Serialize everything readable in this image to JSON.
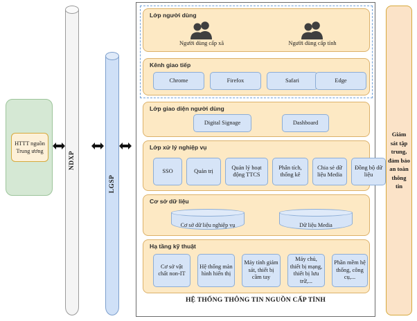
{
  "source_system": {
    "label": "HTTT nguồn\nTrung ương",
    "line1": "HTTT nguồn",
    "line2": "Trung ương"
  },
  "connectors": {
    "ndxp": "NDXP",
    "lgsp": "LGSP",
    "arrow_icon": "double-arrow-icon"
  },
  "system": {
    "footer_title": "HỆ THỐNG THÔNG TIN NGUỒN CẤP TỈNH",
    "layers": {
      "users": {
        "title": "Lớp người dùng",
        "groups": [
          {
            "icon": "users-group-icon",
            "caption": "Người dùng cấp xã"
          },
          {
            "icon": "users-group-icon",
            "caption": "Người dùng cấp tỉnh"
          }
        ]
      },
      "channel": {
        "title": "Kênh giao tiếp",
        "items": [
          "Chrome",
          "Firefox",
          "Safari",
          "Edge"
        ]
      },
      "ui": {
        "title": "Lớp giao diện người dùng",
        "items": [
          "Digital Signage",
          "Dashboard"
        ]
      },
      "business": {
        "title": "Lớp xử lý nghiệp vụ",
        "items": [
          "SSO",
          "Quản trị",
          "Quản lý hoạt động TTCS",
          "Phân tích, thống kê",
          "Chia sẻ dữ liệu Media",
          "Đồng bộ dữ liệu"
        ]
      },
      "database": {
        "title": "Cơ sở dữ liệu",
        "items": [
          "Cơ sở dữ liệu nghiệp vụ",
          "Dữ liệu Media"
        ]
      },
      "infrastructure": {
        "title": "Hạ tầng kỹ thuật",
        "items": [
          "Cơ sở vật chất non-IT",
          "Hệ thống màn hình hiển thị",
          "Máy tính giám sát, thiết bị cầm tay",
          "Máy chủ, thiết bị mạng, thiết bị lưu trữ,...",
          "Phần mềm hệ thống, công cụ,..."
        ]
      }
    }
  },
  "monitoring": {
    "label": "Giám sát tập trung, đảm bảo an toàn thông tin"
  },
  "colors": {
    "layer_fill": "#fde9c4",
    "layer_border": "#dcb169",
    "box_fill": "#d6e4f7",
    "box_border": "#8cadd6",
    "green_fill": "#d5e8d4",
    "orange_fill": "#fbe3c8",
    "lgsp_fill": "#cfe0f7",
    "ndxp_fill": "#f4f4f4",
    "dashed_border": "#6f9fd8"
  }
}
